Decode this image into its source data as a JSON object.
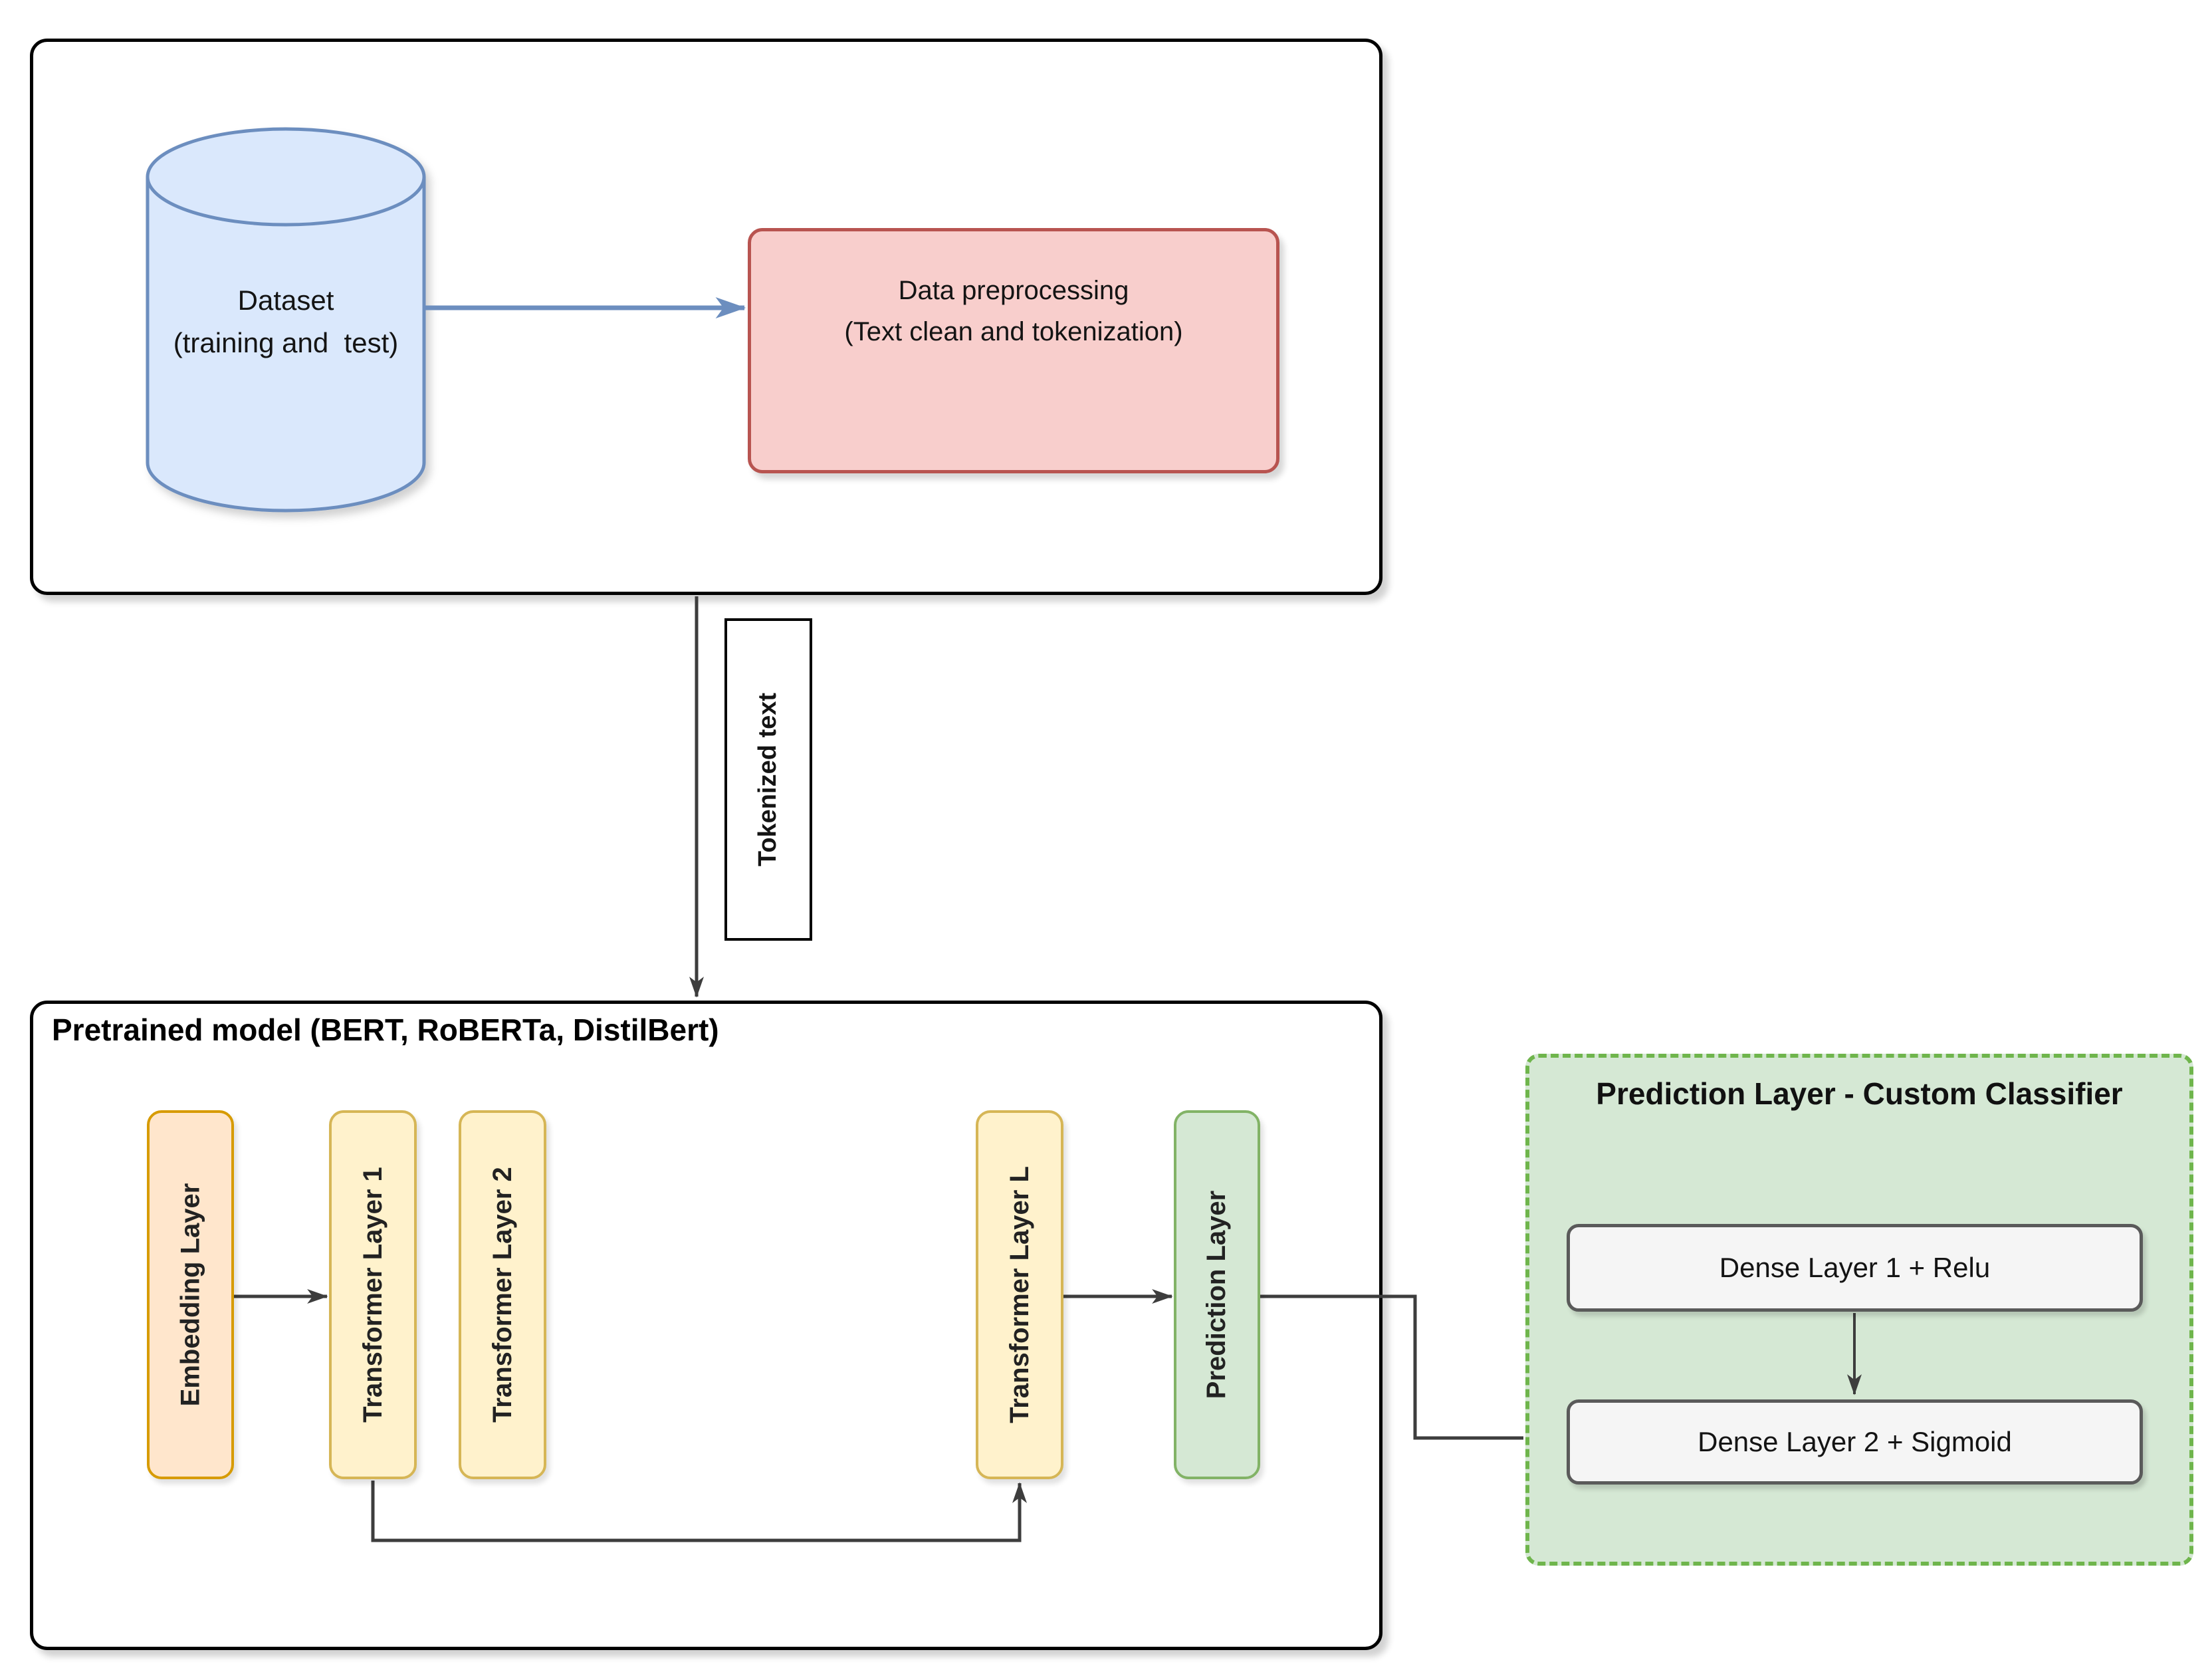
{
  "colors": {
    "dataset_fill": "#dae8fc",
    "dataset_stroke": "#6c8ebf",
    "preprocess_fill": "#f8cecc",
    "preprocess_stroke": "#b85450",
    "embedding_fill": "#ffe6cc",
    "embedding_stroke": "#d79b00",
    "transformer_fill": "#fff2cc",
    "transformer_stroke": "#d6b656",
    "prediction_fill": "#d5e8d4",
    "prediction_stroke": "#82b366",
    "classifier_fill": "#d5e8d4",
    "classifier_border": "#6fb54c",
    "dense_fill": "#f5f5f5",
    "dense_stroke": "#5a5a5a",
    "arrow_blue": "#6c8ebf",
    "arrow_black": "#3d3d3d"
  },
  "stage1": {
    "dataset": {
      "line1": "Dataset",
      "line2": "(training and  test)"
    },
    "preprocessing": {
      "line1": "Data preprocessing",
      "line2": "(Text clean and tokenization)"
    }
  },
  "connector": {
    "label": "Tokenized text"
  },
  "pretrained": {
    "title": "Pretrained model (BERT, RoBERTa, DistilBert)",
    "layers": [
      {
        "label": "Embedding Layer"
      },
      {
        "label": "Transformer Layer 1"
      },
      {
        "label": "Transformer Layer 2"
      },
      {
        "label": "Transformer Layer L"
      },
      {
        "label": "Prediction Layer"
      }
    ]
  },
  "classifier": {
    "title": "Prediction Layer - Custom Classifier",
    "dense1": "Dense Layer 1 + Relu",
    "dense2": "Dense Layer 2 + Sigmoid"
  }
}
